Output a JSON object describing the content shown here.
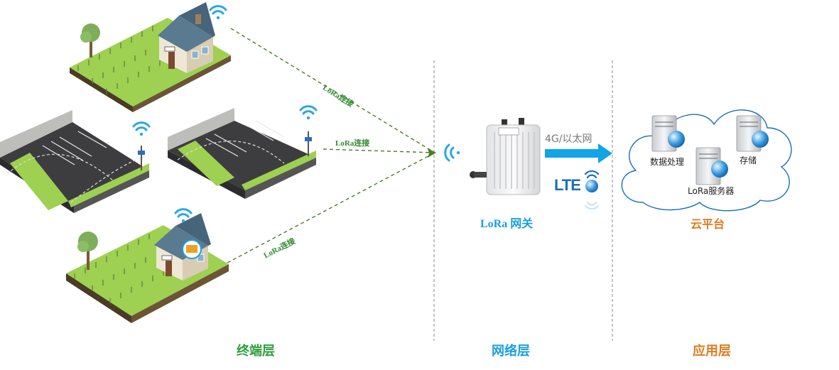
{
  "lora_link_label": "LoRa连接",
  "layers": {
    "terminal": "终端层",
    "network": "网络层",
    "application": "应用层"
  },
  "gateway_label": "LoRa 网关",
  "uplink_label": "4G/以太网",
  "lte_label": "LTE",
  "cloud": {
    "title": "云平台",
    "servers": [
      "数据处理",
      "LoRa服务器",
      "存储"
    ]
  },
  "colors": {
    "green_label": "#2f8a2f",
    "layer_terminal": "#2e9e3e",
    "layer_network": "#1a9fe0",
    "layer_application": "#e07a1e",
    "wifi_blue": "#29a8e0",
    "arrow_blue": "#11a4e6"
  },
  "icons": [
    "house-icon",
    "tree-icon",
    "parking-lot-icon",
    "wifi-icon",
    "gateway-device-icon",
    "server-icon",
    "globe-icon",
    "cloud-icon",
    "arrow-right-icon"
  ]
}
